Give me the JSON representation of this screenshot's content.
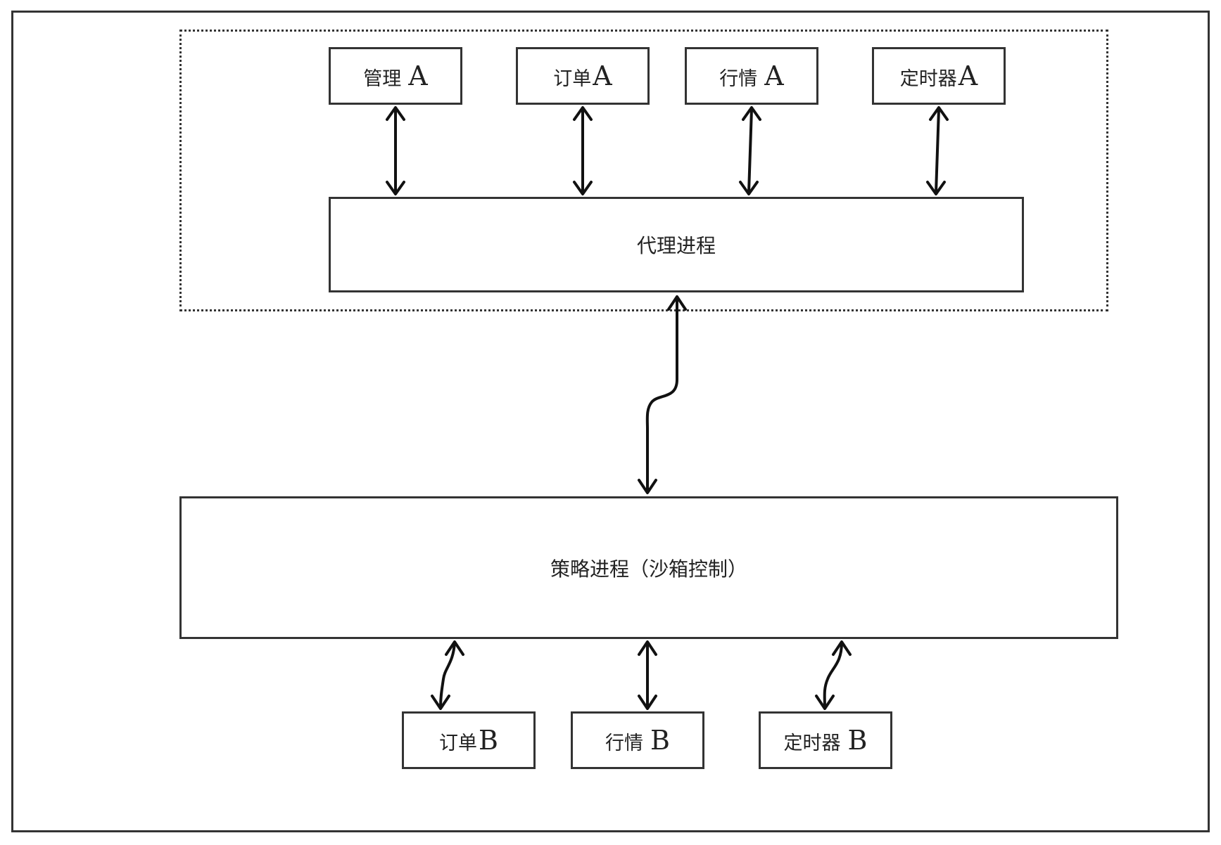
{
  "group_a": {
    "admin": {
      "text": "管理",
      "letter": "A"
    },
    "order": {
      "text": "订单",
      "letter": "A"
    },
    "market": {
      "text": "行情",
      "letter": "A"
    },
    "timer": {
      "text": "定时器",
      "letter": "A"
    }
  },
  "agent_process": "代理进程",
  "strategy_process": "策略进程（沙箱控制）",
  "group_b": {
    "order": {
      "text": "订单",
      "letter": "B"
    },
    "market": {
      "text": "行情",
      "letter": "B"
    },
    "timer": {
      "text": "定时器",
      "letter": "B"
    }
  }
}
